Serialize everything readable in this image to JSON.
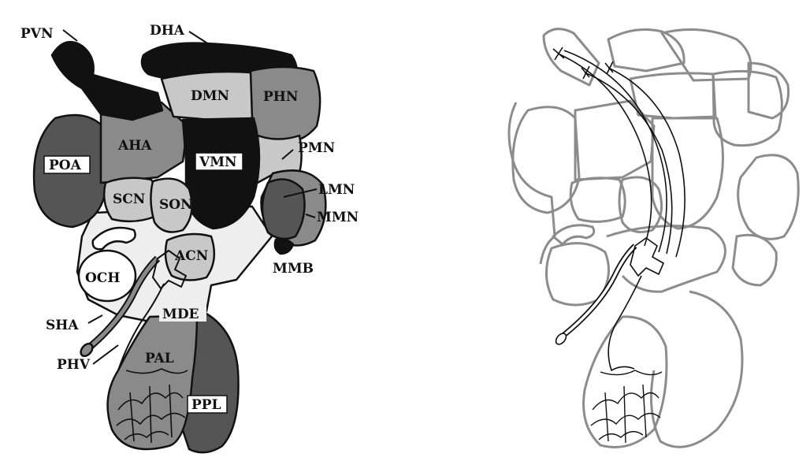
{
  "diagram": {
    "labels": {
      "pvn": "PVN",
      "dha": "DHA",
      "dmn": "DMN",
      "phn": "PHN",
      "aha": "AHA",
      "poa": "POA",
      "vmn": "VMN",
      "pmn": "PMN",
      "lmn": "LMN",
      "scn": "SCN",
      "son": "SON",
      "mmn": "MMN",
      "acn": "ACN",
      "mmb": "MMB",
      "och": "OCH",
      "sha": "SHA",
      "mde": "MDE",
      "phv": "PHV",
      "pal": "PAL",
      "ppl": "PPL"
    }
  },
  "colors": {
    "black": "#111111",
    "dark_gray": "#555555",
    "mid_gray": "#8a8a8a",
    "light_gray": "#c8c8c8",
    "pale": "#eeeeee",
    "outline_gray": "#8c8c8c"
  }
}
